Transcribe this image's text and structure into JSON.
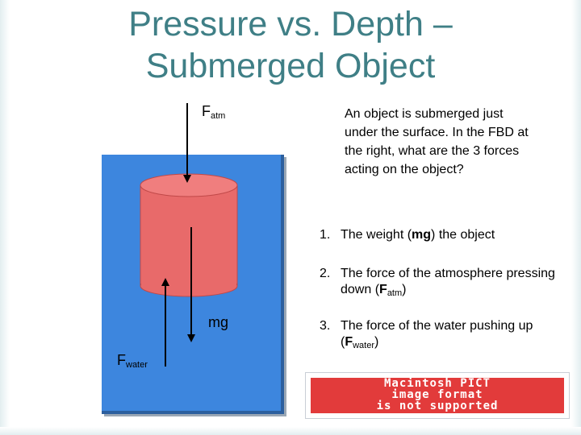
{
  "slide": {
    "title_line1": "Pressure vs. Depth –",
    "title_line2": "Submerged Object"
  },
  "forces": {
    "atm_main": "F",
    "atm_sub": "atm",
    "mg": "mg",
    "water_main": "F",
    "water_sub": "water"
  },
  "question": "An object is submerged just under the surface.  In the FBD at the right, what are the 3 forces acting on the object?",
  "answers": [
    {
      "num": "1.",
      "pre": "The weight (",
      "bold": "mg",
      "post": ") the object",
      "sub": ""
    },
    {
      "num": "2.",
      "pre": "The force of the atmosphere pressing down (",
      "bold": "F",
      "sub": "atm",
      "post": ")"
    },
    {
      "num": "3.",
      "pre": "The force of the water pushing up (",
      "bold": "F",
      "sub": "water",
      "post": ")"
    }
  ],
  "placeholder_image": {
    "line1": "Macintosh PICT",
    "line2": "image format",
    "line3": "is not supported"
  },
  "colors": {
    "title": "#3f7f86",
    "water": "#3d86de",
    "cylinder": "#e86a6a",
    "placeholder": "#e23b3b"
  }
}
